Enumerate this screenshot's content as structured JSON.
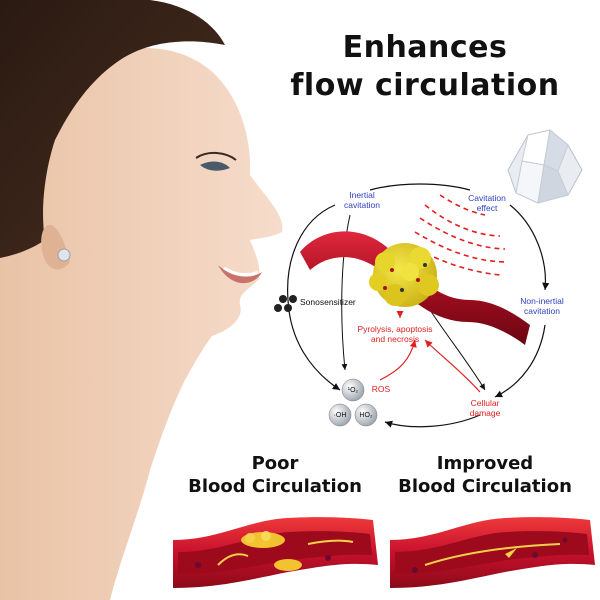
{
  "headline": {
    "line1": "Enhances",
    "line2": "flow circulation"
  },
  "diagram": {
    "inertial_cavitation": [
      "Inertial",
      "cavitation"
    ],
    "cavitation_effect": [
      "Cavitation",
      "effect"
    ],
    "sonosensitizer": "Sonosensitizer",
    "non_inertial_cavitation": [
      "Non-inertial",
      "cavitation"
    ],
    "pyrolysis": [
      "Pyrolysis, apoptosis",
      "and necrosis"
    ],
    "ros": "ROS",
    "cellular_damage": [
      "Cellular",
      "damage"
    ],
    "molecule_o2": "¹O₂",
    "molecule_oh": "·OH",
    "molecule_ho2": "HO₂"
  },
  "comparison": {
    "poor": [
      "Poor",
      "Blood Circulation"
    ],
    "improved": [
      "Improved",
      "Blood Circulation"
    ]
  },
  "colors": {
    "vessel_red": "#c8102e",
    "vessel_dark": "#7a0a16",
    "tumor_yellow": "#e8d21a",
    "diagram_blue": "#2e3fbf",
    "diagram_red": "#e02020"
  }
}
